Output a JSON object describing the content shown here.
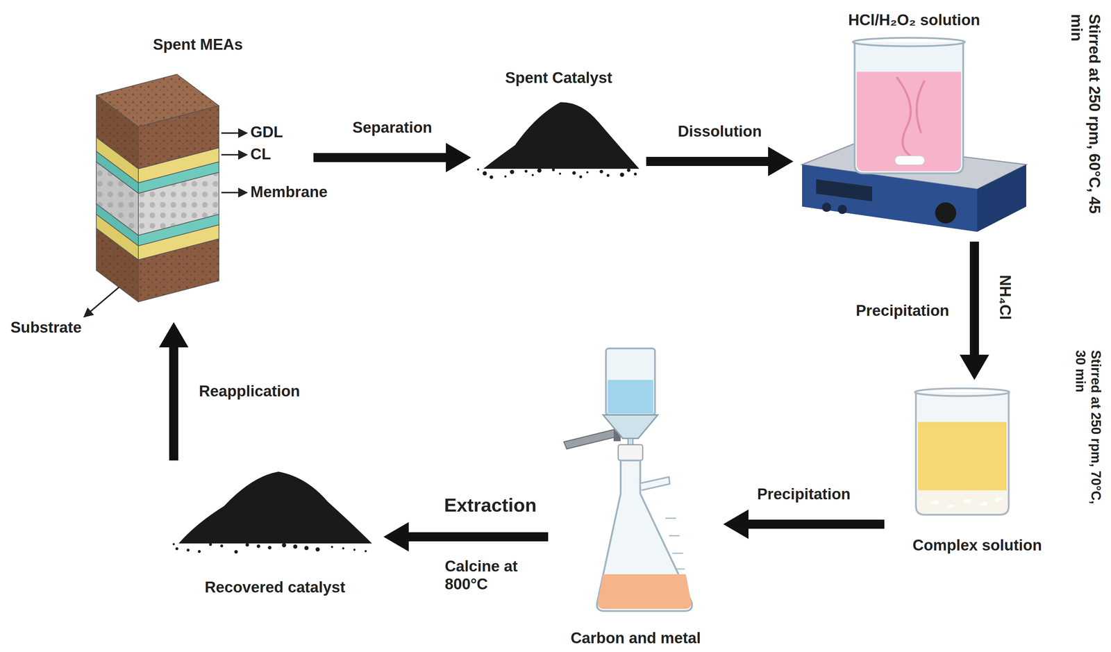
{
  "diagram": {
    "nodes": [
      {
        "text": [
          "Spent MEAs"
        ]
      },
      {
        "text": [
          "Spent Catalyst"
        ]
      },
      {
        "text": [
          "HCl/H₂O₂ solution"
        ]
      },
      {
        "text": [
          "Complex solution"
        ]
      },
      {
        "text": [
          "Carbon and  metal"
        ]
      },
      {
        "text": [
          "Recovered catalyst"
        ]
      }
    ],
    "edges": [
      {
        "from": 0,
        "to": 1,
        "label": "Separation",
        "arrow": "to"
      },
      {
        "from": 1,
        "to": 2,
        "label": "Dissolution",
        "arrow": "to"
      },
      {
        "from": 2,
        "to": 3,
        "label": "Precipitation",
        "arrow": "to"
      },
      {
        "from": 3,
        "to": 4,
        "label": "Precipitation",
        "arrow": "to"
      },
      {
        "from": 4,
        "to": 5,
        "label": "Extraction",
        "arrow": "to"
      },
      {
        "from": 5,
        "to": 0,
        "label": "Reapplication",
        "arrow": "to"
      }
    ],
    "labels": [
      "GDL",
      "CL",
      "Membrane",
      "Substrate",
      "Stirred at 250 rpm, 60°C, 45 min",
      "NH₄Cl",
      "Stirred at 250 rpm, 70°C, 30 min",
      "Calcine at 800°C"
    ]
  }
}
